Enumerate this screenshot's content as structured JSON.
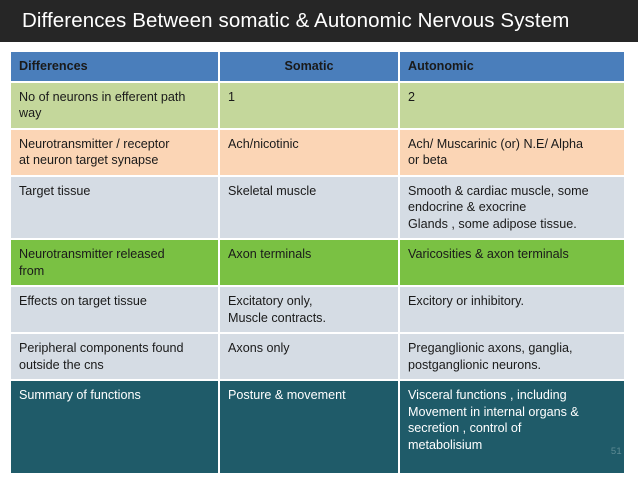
{
  "slide": {
    "title": "Differences Between somatic & Autonomic Nervous System",
    "page_number": "51",
    "colors": {
      "title_band": "#262626",
      "header_blue": "#4a7ebb",
      "row_green": "#c4d79b",
      "row_peach": "#fbd5b5",
      "row_bluegray": "#d5dce4",
      "row_bright_green": "#7ac143",
      "row_teal": "#1f5b69",
      "page_number_color": "#5d8a93"
    }
  },
  "table": {
    "headers": [
      "Differences",
      "Somatic",
      "Autonomic"
    ],
    "rows": [
      {
        "style": "green",
        "cells": [
          [
            "No of neurons in efferent path",
            "way"
          ],
          [
            "1"
          ],
          [
            "2"
          ]
        ]
      },
      {
        "style": "peach",
        "cells": [
          [
            "Neurotransmitter / receptor",
            "at neuron target synapse"
          ],
          [
            "Ach/nicotinic"
          ],
          [
            "Ach/ Muscarinic (or) N.E/ Alpha",
            "or beta"
          ]
        ]
      },
      {
        "style": "bluegray",
        "cells": [
          [
            "Target tissue"
          ],
          [
            "Skeletal muscle"
          ],
          [
            "Smooth & cardiac muscle, some",
            "endocrine & exocrine",
            "Glands , some adipose tissue."
          ]
        ]
      },
      {
        "style": "brightgreen",
        "cells": [
          [
            "Neurotransmitter released",
            "from"
          ],
          [
            "Axon terminals"
          ],
          [
            "Varicosities & axon terminals"
          ]
        ]
      },
      {
        "style": "bluegray",
        "cells": [
          [
            "Effects on target tissue"
          ],
          [
            "Excitatory only,",
            "Muscle contracts."
          ],
          [
            "Excitory or inhibitory."
          ]
        ]
      },
      {
        "style": "bluegray",
        "cells": [
          [
            "Peripheral components found",
            "outside the cns"
          ],
          [
            "Axons only"
          ],
          [
            "Preganglionic  axons, ganglia,",
            "postganglionic neurons."
          ]
        ]
      },
      {
        "style": "teal",
        "cells": [
          [
            "Summary of functions"
          ],
          [
            "Posture & movement"
          ],
          [
            "Visceral functions , including",
            "Movement in internal organs &",
            "secretion , control of",
            "metabolisium"
          ]
        ]
      }
    ]
  }
}
